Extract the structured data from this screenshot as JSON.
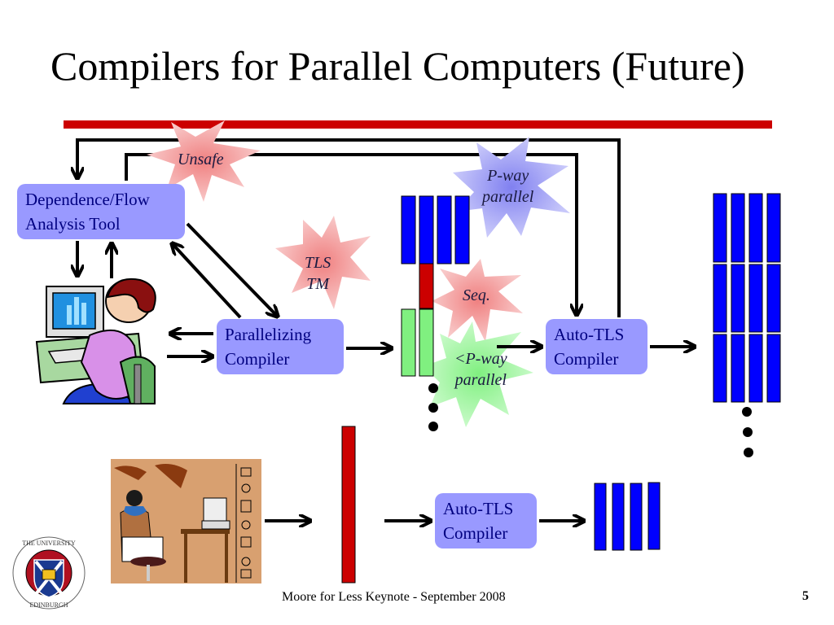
{
  "slide": {
    "title": "Compilers for Parallel Computers (Future)",
    "footer": "Moore for Less Keynote - September 2008",
    "page_number": "5"
  },
  "colors": {
    "title_rule": "#cc0000",
    "box_fill": "#9999ff",
    "box_text": "#000080",
    "thread_blue": "#0000ff",
    "thread_red": "#cc0000",
    "thread_green": "#80f080",
    "burst_red": "#f4a0a0",
    "burst_blue": "#a0a0f8",
    "burst_green": "#a0f8a0"
  },
  "boxes": {
    "analysis_tool": {
      "line1": "Dependence/Flow",
      "line2": "Analysis Tool"
    },
    "parallelizing_compiler": {
      "line1": "Parallelizing",
      "line2": "Compiler"
    },
    "auto_tls_top": {
      "line1": "Auto-TLS",
      "line2": "Compiler"
    },
    "auto_tls_bottom": {
      "line1": "Auto-TLS",
      "line2": "Compiler"
    }
  },
  "bursts": {
    "unsafe": "Unsafe",
    "tls_tm": {
      "line1": "TLS",
      "line2": "TM"
    },
    "p_way": {
      "line1": "P-way",
      "line2": "parallel"
    },
    "seq": "Seq.",
    "less_p_way": {
      "line1": "<P-way",
      "line2": "parallel"
    }
  },
  "illustrations": {
    "programmer": "programmer-at-computer",
    "egyptian": "egyptian-scribe-at-computer",
    "logo": "university-of-edinburgh-crest"
  }
}
